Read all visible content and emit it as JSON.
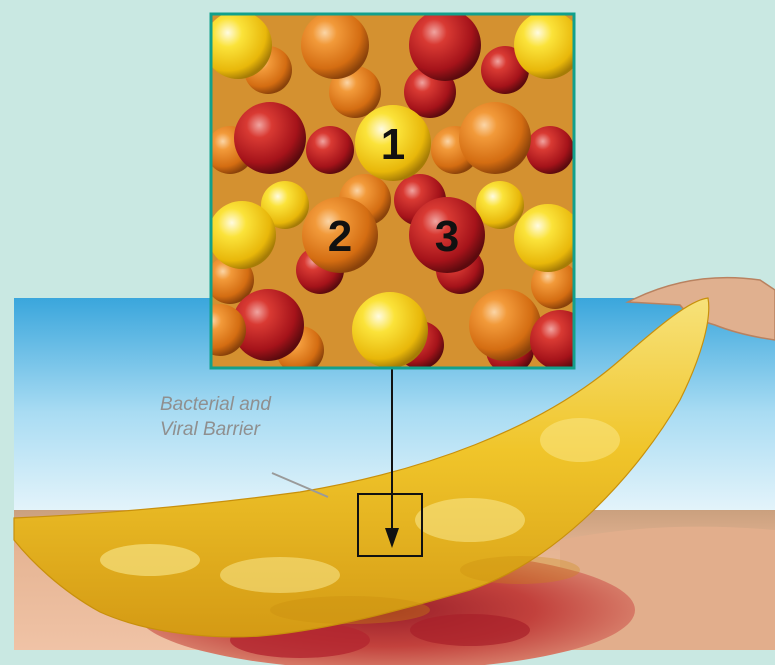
{
  "labels": {
    "barrier_line1": "Bacterial and",
    "barrier_line2": "Viral Barrier"
  },
  "particles": {
    "numbers": [
      "1",
      "2",
      "3"
    ]
  },
  "colors": {
    "background": "#c9e8e2",
    "frame_border": "#12a08c",
    "sphere_red": "#b3151b",
    "sphere_orange": "#e07a1c",
    "sphere_yellow": "#f6cf12",
    "barrier_yellow": "#f0c52a",
    "sky_blue": "#4fb3e3",
    "wound": "#c0392b",
    "skin": "#e8b596"
  }
}
